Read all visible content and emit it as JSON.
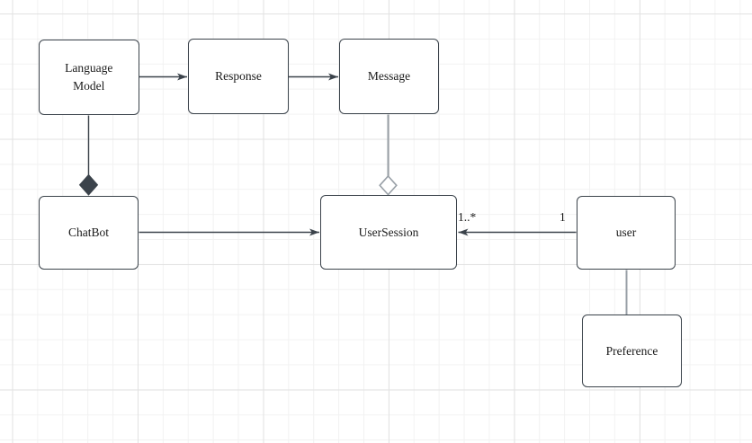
{
  "diagram": {
    "type": "uml-class-diagram",
    "nodes": {
      "language_model": {
        "label": "Language Model"
      },
      "response": {
        "label": "Response"
      },
      "message": {
        "label": "Message"
      },
      "chatbot": {
        "label": "ChatBot"
      },
      "user_session": {
        "label": "UserSession"
      },
      "user": {
        "label": "user"
      },
      "preference": {
        "label": "Preference"
      }
    },
    "edges": [
      {
        "from": "Language Model",
        "to": "Response",
        "type": "directed-arrow"
      },
      {
        "from": "Response",
        "to": "Message",
        "type": "directed-arrow"
      },
      {
        "from": "Language Model",
        "to": "ChatBot",
        "type": "composition-filled-diamond"
      },
      {
        "from": "Message",
        "to": "UserSession",
        "type": "aggregation-hollow-diamond"
      },
      {
        "from": "ChatBot",
        "to": "UserSession",
        "type": "directed-arrow"
      },
      {
        "from": "user",
        "to": "UserSession",
        "type": "directed-arrow",
        "source_label": "1",
        "target_label": "1..*"
      },
      {
        "from": "user",
        "to": "Preference",
        "type": "plain-line"
      }
    ],
    "multiplicities": {
      "user_session_end": "1..*",
      "user_end": "1"
    }
  },
  "theme": {
    "stroke_dark": "#3b434b",
    "stroke_gray": "#99a0a7",
    "node_fill": "#ffffff",
    "text_color": "#1a1a1a",
    "grid_minor": "#f2f2f2",
    "grid_major": "#e2e2e2",
    "canvas_bg": "#ffffff"
  }
}
